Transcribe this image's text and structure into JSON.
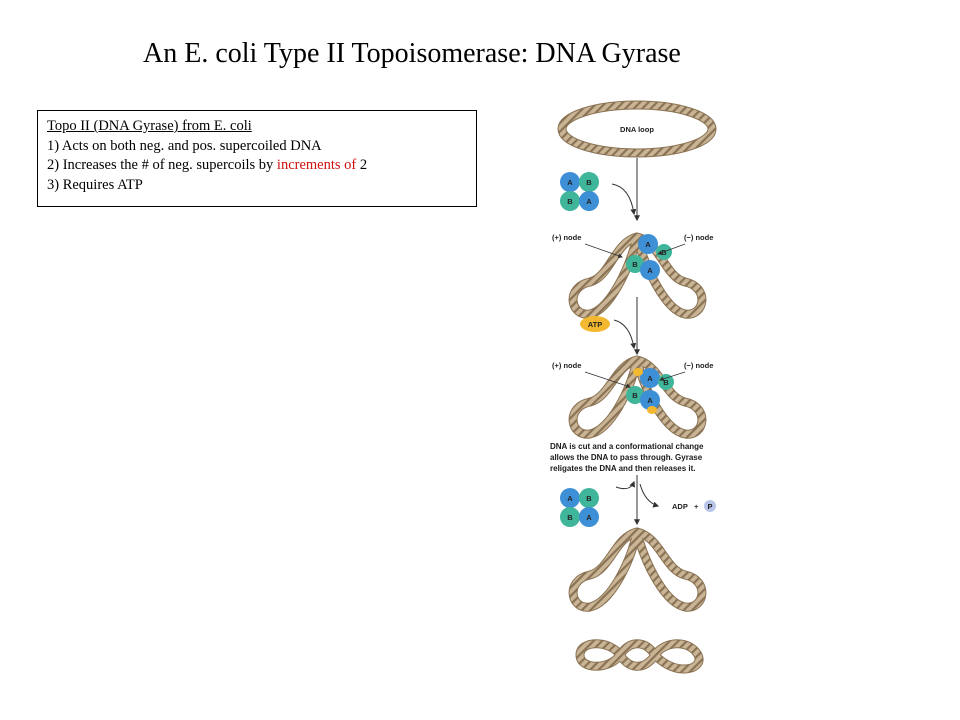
{
  "title": "An E. coli Type II Topoisomerase:  DNA Gyrase",
  "info": {
    "heading": "Topo II (DNA Gyrase) from E. coli",
    "item1": "1) Acts on both neg. and pos. supercoiled DNA",
    "item2_before": "2) Increases the # of neg. supercoils by ",
    "item2_highlight": "increments of",
    "item2_after": " 2",
    "item3": "3) Requires ATP",
    "highlight_color": "#d01010"
  },
  "diagram": {
    "loop_label": "DNA loop",
    "pos_node": "(+) node",
    "neg_node": "(−) node",
    "subunit_a": "A",
    "subunit_b": "B",
    "atp": "ATP",
    "caption_1": "DNA is cut and a conformational change",
    "caption_2": "allows the DNA to pass through. Gyrase",
    "caption_3": "religates the DNA and then releases it.",
    "adp": "ADP",
    "plus": "+",
    "p": "P",
    "colors": {
      "dna": "#c9b596",
      "dna_stripe": "#8a7354",
      "subunit_blue": "#3d8fd6",
      "subunit_green": "#3fb59a",
      "atp": "#f2b830"
    }
  }
}
